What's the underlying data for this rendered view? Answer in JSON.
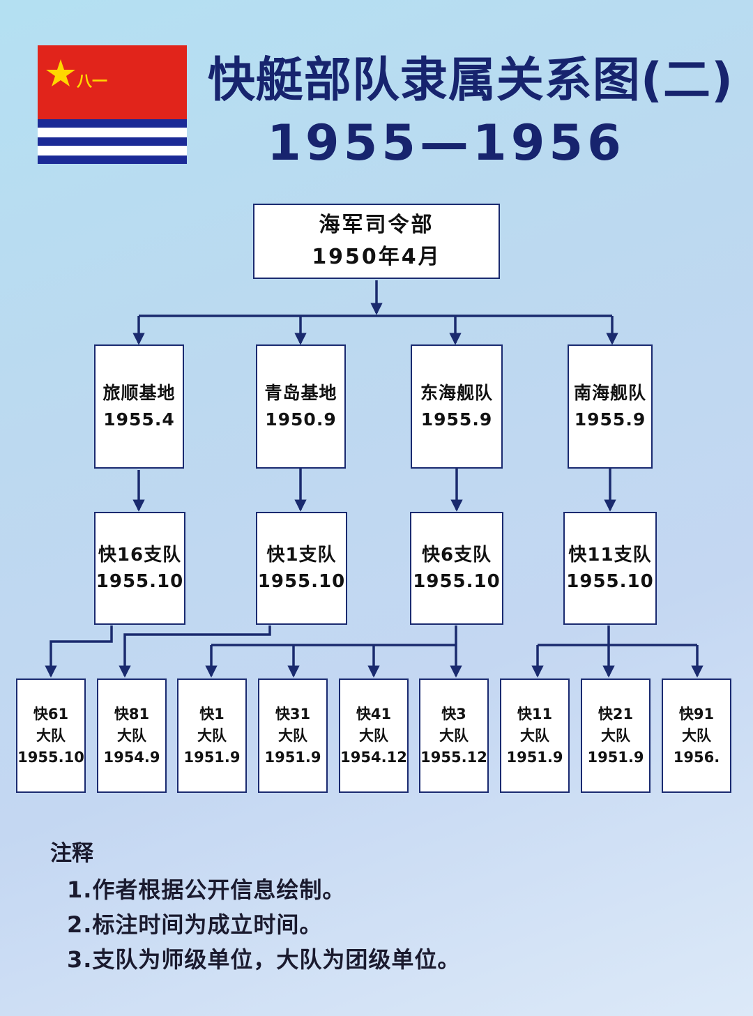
{
  "header": {
    "flag_text": "八一",
    "title": "快艇部队隶属关系图(二)",
    "subtitle": "1955—1956"
  },
  "colors": {
    "flag_red": "#e1241b",
    "flag_star": "#ffd700",
    "flag_blue": "#1b2a96",
    "title_text": "#17246e",
    "box_border": "#1a2a70",
    "connector": "#1a2a6e"
  },
  "tree": {
    "root": {
      "name": "海军司令部",
      "date": "1950年4月"
    },
    "fleets": [
      {
        "name": "旅顺基地",
        "date": "1955.4"
      },
      {
        "name": "青岛基地",
        "date": "1950.9"
      },
      {
        "name": "东海舰队",
        "date": "1955.9"
      },
      {
        "name": "南海舰队",
        "date": "1955.9"
      }
    ],
    "flotillas": [
      {
        "name": "快16支队",
        "date": "1955.10"
      },
      {
        "name": "快1支队",
        "date": "1955.10"
      },
      {
        "name": "快6支队",
        "date": "1955.10"
      },
      {
        "name": "快11支队",
        "date": "1955.10"
      }
    ],
    "groups": [
      {
        "code": "快61",
        "unit": "大队",
        "date": "1955.10"
      },
      {
        "code": "快81",
        "unit": "大队",
        "date": "1954.9"
      },
      {
        "code": "快1",
        "unit": "大队",
        "date": "1951.9"
      },
      {
        "code": "快31",
        "unit": "大队",
        "date": "1951.9"
      },
      {
        "code": "快41",
        "unit": "大队",
        "date": "1954.12"
      },
      {
        "code": "快3",
        "unit": "大队",
        "date": "1955.12"
      },
      {
        "code": "快11",
        "unit": "大队",
        "date": "1951.9"
      },
      {
        "code": "快21",
        "unit": "大队",
        "date": "1951.9"
      },
      {
        "code": "快91",
        "unit": "大队",
        "date": "1956."
      }
    ]
  },
  "notes": {
    "title": "注释",
    "items": [
      "1.作者根据公开信息绘制。",
      "2.标注时间为成立时间。",
      "3.支队为师级单位，大队为团级单位。"
    ]
  }
}
